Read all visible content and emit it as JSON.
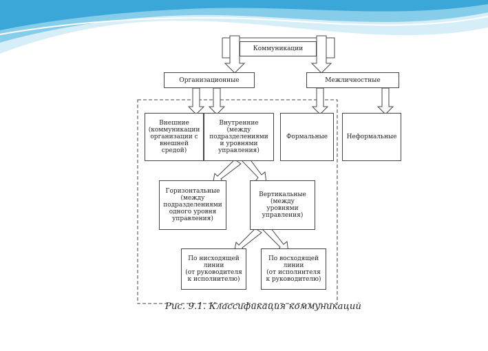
{
  "nodes": {
    "root": "Коммуникации",
    "org": "Организационные",
    "interpersonal": "Межличностные",
    "external": "Внешние\n(коммуникации\nорганизации с\nвнешней\nсредой)",
    "internal": "Внутренние\n(между\nподразделениями\nи уровнями\nуправления)",
    "formal": "Формальные",
    "informal": "Неформальные",
    "horizontal": "Горизонтальные\n(между\nподразделениями\nодного уровня\nуправления)",
    "vertical": "Вертикальные\n(между\nуровнями\nуправления)",
    "down": "По нисходящей\nлинии\n(от руководителя\nк исполнителю)",
    "up": "По восходящей\nлинии\n(от исполнителя\nк руководителю)"
  },
  "caption": "Рис. 9.1. Классификация коммуникаций",
  "colors": {
    "wave_light": "#bfe3f2",
    "wave_mid": "#7cc6e6",
    "wave_dark": "#3aa5d6",
    "line": "#444444"
  }
}
